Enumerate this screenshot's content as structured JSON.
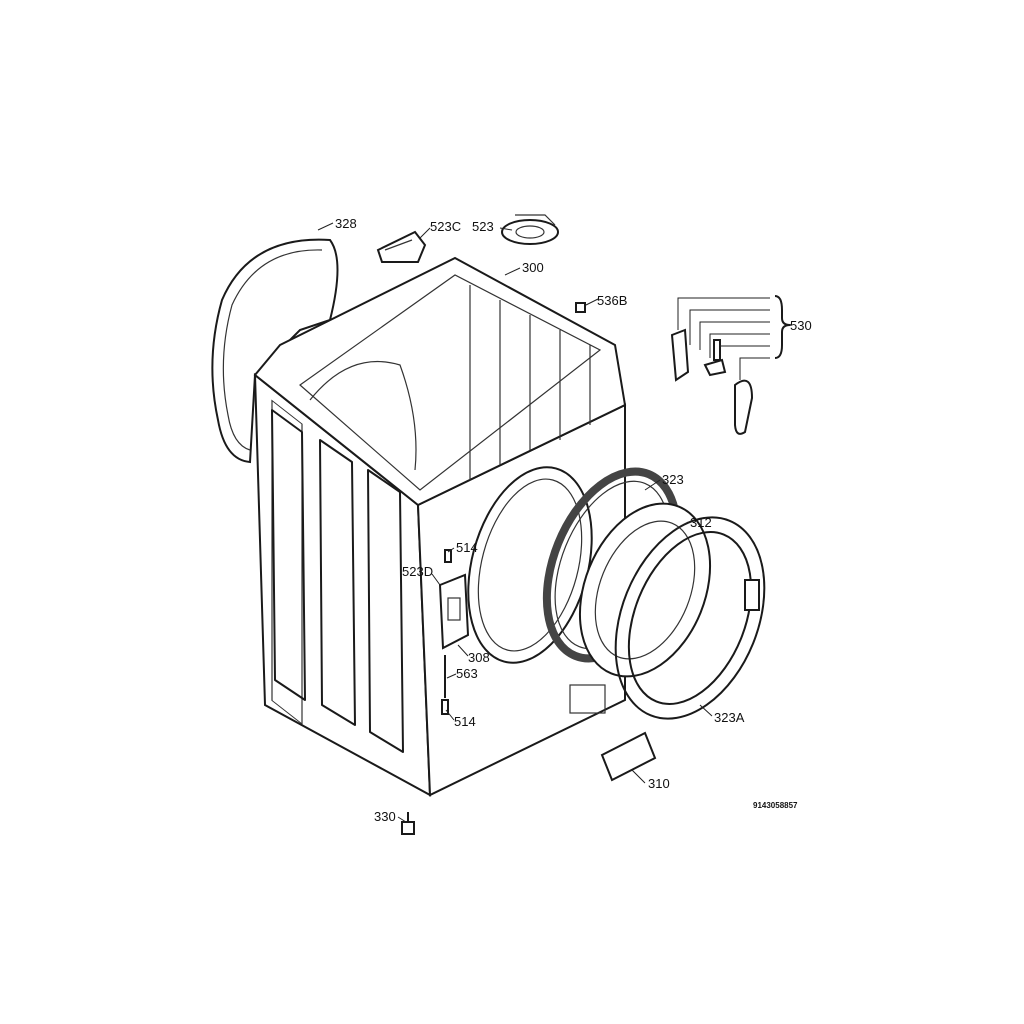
{
  "diagram": {
    "title": "Washing machine cabinet exploded parts view",
    "drawing_code": "9143058857",
    "labels": {
      "p328": "328",
      "p523C": "523C",
      "p523": "523",
      "p300": "300",
      "p536B": "536B",
      "p530": "530",
      "p323": "323",
      "p312": "312",
      "p514a": "514",
      "p523D": "523D",
      "p308": "308",
      "p563": "563",
      "p514b": "514",
      "p323A": "323A",
      "p310": "310",
      "p330": "330"
    }
  }
}
